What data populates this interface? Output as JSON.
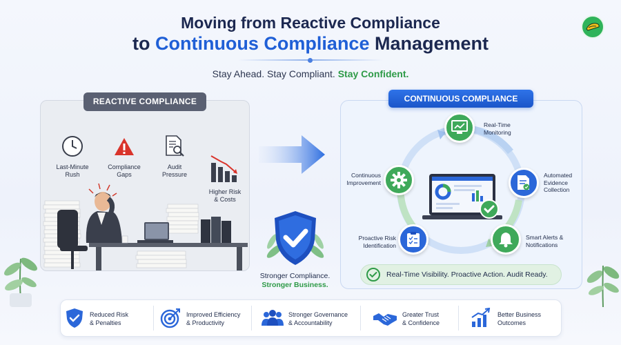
{
  "header": {
    "title_line1": "Moving from Reactive Compliance",
    "title_line2_prefix": "to",
    "title_line2_highlight": "Continuous Compliance",
    "title_line2_suffix": "Management",
    "tagline_part1": "Stay Ahead. Stay Compliant.",
    "tagline_part2": "Stay Confident."
  },
  "reactive": {
    "badge": "REACTIVE COMPLIANCE",
    "issues": [
      {
        "icon": "clock-icon",
        "line1": "Last-Minute",
        "line2": "Rush"
      },
      {
        "icon": "warning-icon",
        "line1": "Compliance",
        "line2": "Gaps"
      },
      {
        "icon": "document-search-icon",
        "line1": "Audit",
        "line2": "Pressure"
      },
      {
        "icon": "declining-chart-icon",
        "line1": "Higher Risk",
        "line2": "& Costs"
      }
    ]
  },
  "center": {
    "line1": "Stronger Compliance.",
    "line2": "Stronger Business."
  },
  "continuous": {
    "badge": "CONTINUOUS COMPLIANCE",
    "nodes": [
      {
        "icon": "monitor-chart-icon",
        "line1": "Real-Time",
        "line2": "Monitoring",
        "line3": "",
        "color": "#3fa95a"
      },
      {
        "icon": "evidence-document-icon",
        "line1": "Automated",
        "line2": "Evidence",
        "line3": "Collection",
        "color": "#2b67d9"
      },
      {
        "icon": "bell-icon",
        "line1": "Smart Alerts &",
        "line2": "Notifications",
        "line3": "",
        "color": "#3fa95a"
      },
      {
        "icon": "clipboard-check-icon",
        "line1": "Proactive Risk",
        "line2": "Identification",
        "line3": "",
        "color": "#2b67d9"
      },
      {
        "icon": "gear-icon",
        "line1": "Continuous",
        "line2": "Improvement",
        "line3": "",
        "color": "#3fa95a"
      }
    ],
    "summary": "Real-Time Visibility. Proactive Action. Audit Ready."
  },
  "benefits": [
    {
      "icon": "shield-check-icon",
      "line1": "Reduced Risk",
      "line2": "& Penalties"
    },
    {
      "icon": "target-icon",
      "line1": "Improved Efficiency",
      "line2": "& Productivity"
    },
    {
      "icon": "team-icon",
      "line1": "Stronger Governance",
      "line2": "& Accountability"
    },
    {
      "icon": "handshake-icon",
      "line1": "Greater Trust",
      "line2": "& Confidence"
    },
    {
      "icon": "growth-chart-icon",
      "line1": "Better Business",
      "line2": "Outcomes"
    }
  ],
  "colors": {
    "primary_blue": "#1f5fd6",
    "accent_green": "#2e9a47",
    "reactive_gray": "#5a6072"
  }
}
